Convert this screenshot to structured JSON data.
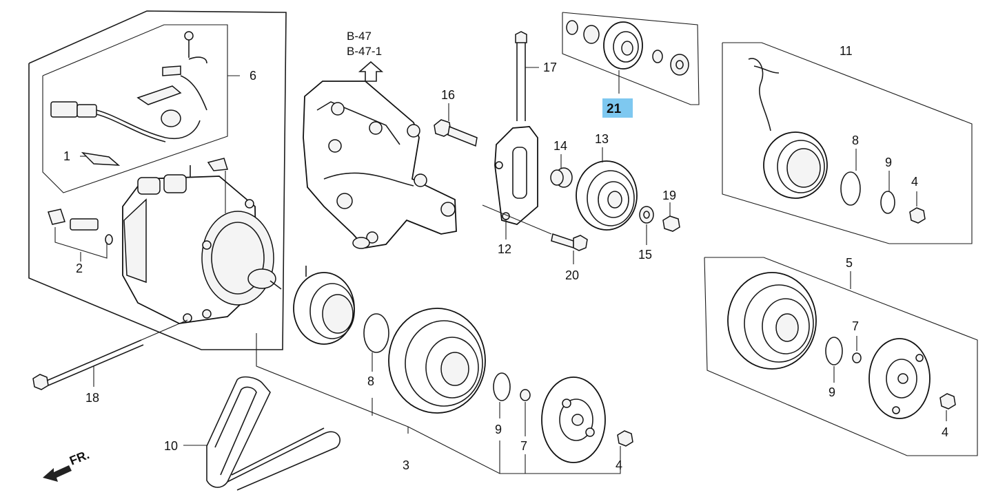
{
  "references": [
    "B-47",
    "B-47-1"
  ],
  "front_indicator": "FR.",
  "highlighted_part": "21",
  "callouts": {
    "c1": "1",
    "c2": "2",
    "c3": "3",
    "c4a": "4",
    "c4b": "4",
    "c4c": "4",
    "c5": "5",
    "c6": "6",
    "c7a": "7",
    "c7b": "7",
    "c8a": "8",
    "c8b": "8",
    "c9a": "9",
    "c9b": "9",
    "c9c": "9",
    "c10": "10",
    "c11": "11",
    "c12": "12",
    "c13": "13",
    "c14": "14",
    "c15": "15",
    "c16": "16",
    "c17": "17",
    "c18": "18",
    "c19": "19",
    "c20": "20",
    "c21": "21"
  },
  "colors": {
    "highlight": "#7ec8f0",
    "line": "#1a1a1a"
  }
}
